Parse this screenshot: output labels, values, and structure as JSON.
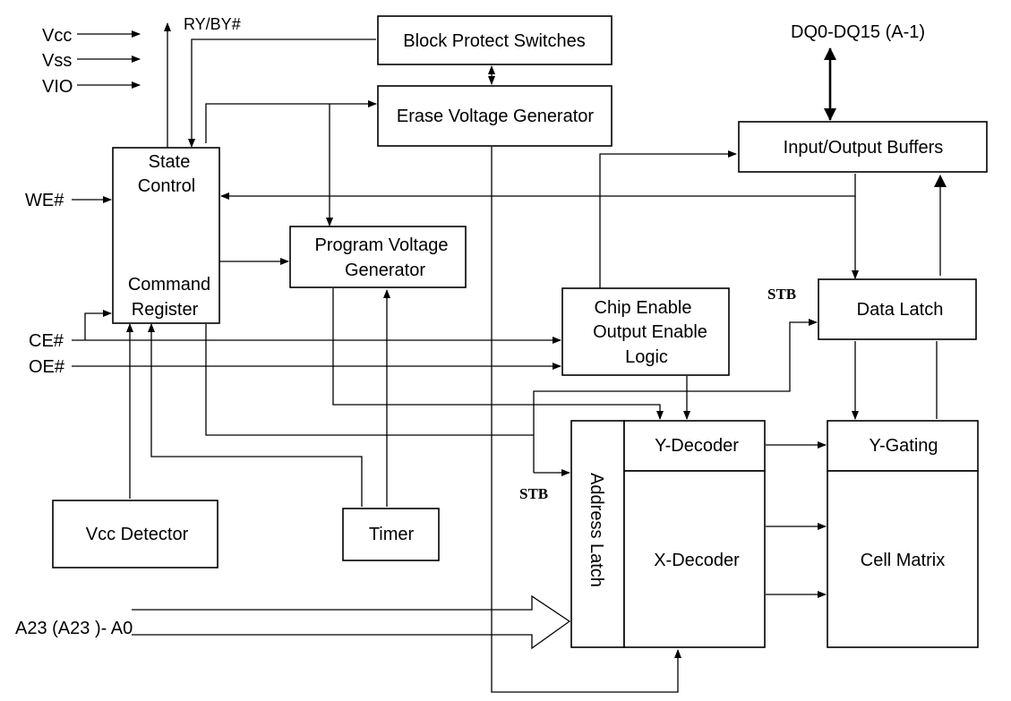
{
  "blocks": {
    "block_protect": "Block Protect Switches",
    "erase_voltage": "Erase Voltage Generator",
    "io_buffers": "Input/Output Buffers",
    "state_control_1": "State",
    "state_control_2": "Control",
    "command_register_1": "Command",
    "command_register_2": "Register",
    "program_voltage_1": "Program Voltage",
    "program_voltage_2": "Generator",
    "ce_oe_logic_1": "Chip Enable",
    "ce_oe_logic_2": "Output Enable",
    "ce_oe_logic_3": "Logic",
    "data_latch": "Data Latch",
    "y_decoder": "Y-Decoder",
    "y_gating": "Y-Gating",
    "x_decoder": "X-Decoder",
    "cell_matrix": "Cell Matrix",
    "address_latch": "Address Latch",
    "vcc_detector": "Vcc Detector",
    "timer": "Timer"
  },
  "signals": {
    "vcc": "Vcc",
    "vss": "Vss",
    "vio_main": "V",
    "vio_sub": "IO",
    "ry_by": "RY/BY#",
    "dq": "DQ0-DQ15 (A-1)",
    "we": "WE#",
    "ce": "CE#",
    "oe": "OE#",
    "stb_top": "STB",
    "stb_bottom": "STB",
    "addr_a": "A",
    "addr_sub1": "23",
    "addr_paren_open": " (A",
    "addr_sub2": "23",
    "addr_paren_close": " )",
    "addr_dash_a": "- A",
    "addr_sub0": "0"
  }
}
